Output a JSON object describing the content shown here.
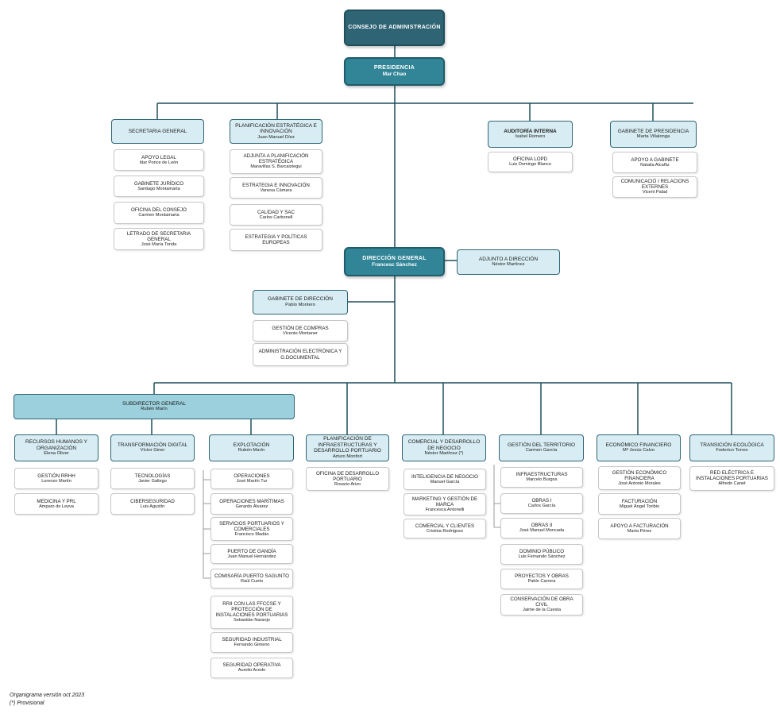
{
  "nodes": {
    "consejo": {
      "title": "CONSEJO DE ADMINISTRACIÓN",
      "name": ""
    },
    "presidencia": {
      "title": "PRESIDENCIA",
      "name": "Mar Chao"
    },
    "secretaria": {
      "title": "SECRETARIA GENERAL",
      "name": ""
    },
    "apoyo_legal": {
      "title": "APOYO LEGAL",
      "name": "Idar Ponce de León"
    },
    "gabinete_juridico": {
      "title": "GABINETE JURÍDICO",
      "name": "Santiago Montamarta"
    },
    "oficina_consejo": {
      "title": "OFICINA DEL CONSEJO",
      "name": "Carmen Montamarta"
    },
    "letrado": {
      "title": "LETRADO DE SECRETARIA GENERAL",
      "name": "José María Tonda"
    },
    "planificacion": {
      "title": "PLANIFICACIÓN ESTRATÉGICA E INNOVACIÓN",
      "name": "Juan Manuel Díez"
    },
    "adjunta_planif": {
      "title": "ADJUNTA A PLANIFICACIÓN ESTRATÉGICA",
      "name": "Maravillas S. Barcaiztegui"
    },
    "estrategia_innov": {
      "title": "ESTRATEGIA E INNOVACIÓN",
      "name": "Vanesa Cámara"
    },
    "calidad_sac": {
      "title": "CALIDAD Y SAC",
      "name": "Carlos Carbonell"
    },
    "estrategia_europeas": {
      "title": "ESTRATEGIA Y POLÍTICAS EUROPEAS",
      "name": ""
    },
    "auditoria": {
      "title": "AUDITORÍA INTERNA",
      "name": "Isabel Romero"
    },
    "oficina_lopd": {
      "title": "OFICINA LOPD",
      "name": "Luis Domingo Blanco"
    },
    "gabinete_presidencia": {
      "title": "GABINETE DE PRESIDENCIA",
      "name": "Marta Villalonga"
    },
    "apoyo_gabinete": {
      "title": "APOYO A GABINETE",
      "name": "Natalia Alcañiz"
    },
    "comunicacio": {
      "title": "COMUNICACIÓ I RELACIONS EXTERNES",
      "name": "Vicent Palad"
    },
    "direccion_general": {
      "title": "DIRECCIÓN GENERAL",
      "name": "Francesc Sánchez"
    },
    "adjunto_direccion": {
      "title": "ADJUNTO A DIRECCIÓN",
      "name": "Néstor Martínez"
    },
    "gabinete_direccion": {
      "title": "GABINETE DE DIRECCIÓN",
      "name": "Pablo Montero"
    },
    "gestion_compras": {
      "title": "GESTIÓN DE COMPRAS",
      "name": "Vicente Montaner"
    },
    "admin_electronica": {
      "title": "ADMINISTRACIÓN ELECTRÓNICA Y G.DOCUMENTAL",
      "name": ""
    },
    "subdirector": {
      "title": "SUBDIRECTOR GENERAL",
      "name": "Rubén Marín"
    },
    "rrhh": {
      "title": "RECURSOS HUMANOS Y ORGANIZACIÓN",
      "name": "Elena Oliver"
    },
    "gestion_rrhh": {
      "title": "GESTIÓN RRHH",
      "name": "Lorenzo Martín"
    },
    "medicina": {
      "title": "MEDICINA Y PRL",
      "name": "Amparo de Leyva"
    },
    "transformacion": {
      "title": "TRANSFORMACIÓN DIGITAL",
      "name": "Víctor Giner"
    },
    "tecnologias": {
      "title": "TECNOLOGÍAS",
      "name": "Javier Gallego"
    },
    "ciberseguridad": {
      "title": "CIBERSEGURIDAD",
      "name": "Luis Agustín"
    },
    "explotacion": {
      "title": "EXPLOTACIÓN",
      "name": "Rubén Marín"
    },
    "operaciones": {
      "title": "OPERACIONES",
      "name": "José Martín Tur"
    },
    "operaciones_maritimas": {
      "title": "OPERACIONES MARÍTIMAS",
      "name": "Gerardo Álvarez"
    },
    "servicios_portuarios": {
      "title": "SERVICIOS PORTUARIOS Y COMERCIALES",
      "name": "Francisco Madán"
    },
    "puerto_gandia": {
      "title": "PUERTO DE GANDÍA",
      "name": "Juan Manuel Hernández"
    },
    "comisaria_sagunto": {
      "title": "COMISARÍA PUERTO SAGUNTO",
      "name": "Raúl Cueto"
    },
    "rrii_ffccse": {
      "title": "RRII CON LAS FFCCSE Y PROTECCIÓN DE INSTALACIONES PORTUARIAS",
      "name": "Sebastián Naranjo"
    },
    "seguridad_industrial": {
      "title": "SEGURIDAD INDUSTRIAL",
      "name": "Fernando Gimeno"
    },
    "seguridad_operativa": {
      "title": "SEGURIDAD OPERATIVA",
      "name": "Aurelio Acedo"
    },
    "planif_infra": {
      "title": "PLANIFICACIÓN DE INFRAESTRUCTURAS Y DESARROLLO PORTUARIO",
      "name": "Arturo Monfort"
    },
    "oficina_desarrollo": {
      "title": "OFICINA DE DESARROLLO PORTUARIO",
      "name": "Rosario Arizo"
    },
    "comercial": {
      "title": "COMERCIAL Y DESARROLLO DE NEGOCIO",
      "name": "Néstor Martínez (*)"
    },
    "inteligencia_negocio": {
      "title": "INTELIGENCIA DE NEGOCIO",
      "name": "Manuel García"
    },
    "marketing": {
      "title": "MARKETING Y GESTIÓN DE MARCA",
      "name": "Francesca Antonelli"
    },
    "comercial_clientes": {
      "title": "COMERCIAL Y CLIENTES",
      "name": "Cristina Rodríguez"
    },
    "gestion_territorio": {
      "title": "GESTIÓN DEL TERRITORIO",
      "name": "Carmen García"
    },
    "infraestructuras": {
      "title": "INFRAESTRUCTURAS",
      "name": "Marcelo Burgos"
    },
    "obras_i": {
      "title": "OBRAS I",
      "name": "Carlos García"
    },
    "obras_ii": {
      "title": "OBRAS II",
      "name": "José Manuel Moncada"
    },
    "dominio_publico": {
      "title": "DOMINIO PÚBLICO",
      "name": "Luis Fernando Sánchez"
    },
    "proyectos_obras": {
      "title": "PROYECTOS Y OBRAS",
      "name": "Pablo Carrera"
    },
    "conservacion": {
      "title": "CONSERVACIÓN DE OBRA CIVIL",
      "name": "Jaime de la Cuesta"
    },
    "economico": {
      "title": "ECONÓMICO FINANCIERO",
      "name": "Mª Jesús Calvo"
    },
    "gestion_economico": {
      "title": "GESTIÓN ECONÓMICO FINANCIERA",
      "name": "José Antonio Morales"
    },
    "facturacion": {
      "title": "FACTURACIÓN",
      "name": "Miguel Ángel Toribio"
    },
    "apoyo_facturacion": {
      "title": "APOYO A FACTURACIÓN",
      "name": "Marta Pérez"
    },
    "transicion": {
      "title": "TRANSICIÓN ECOLÓGICA",
      "name": "Federico Torres"
    },
    "red_electrica": {
      "title": "RED ELÉCTRICA E INSTALACIONES PORTUARIAS",
      "name": "Alfredo Canet"
    }
  },
  "footer": {
    "version": "Organigrama versión oct 2023",
    "note": "(*) Provisional"
  }
}
